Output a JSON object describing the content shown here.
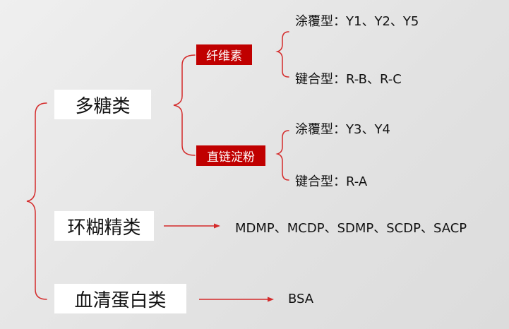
{
  "colors": {
    "accent": "#c00000",
    "connector": "#d42a2a",
    "box": "#ffffff"
  },
  "categories": {
    "polysaccharide": "多糖类",
    "cyclodextrin": "环糊精类",
    "serum_albumin": "血清蛋白类"
  },
  "subcategories": {
    "cellulose": "纤维素",
    "amylose": "直链淀粉"
  },
  "leaves": {
    "cellulose_coated": "涂覆型：Y1、Y2、Y5",
    "cellulose_bonded": "键合型：R-B、R-C",
    "amylose_coated": "涂覆型：Y3、Y4",
    "amylose_bonded": "键合型：R-A",
    "cyclodextrin_items": "MDMP、MCDP、SDMP、SCDP、SACP",
    "serum_albumin_items": "BSA"
  }
}
